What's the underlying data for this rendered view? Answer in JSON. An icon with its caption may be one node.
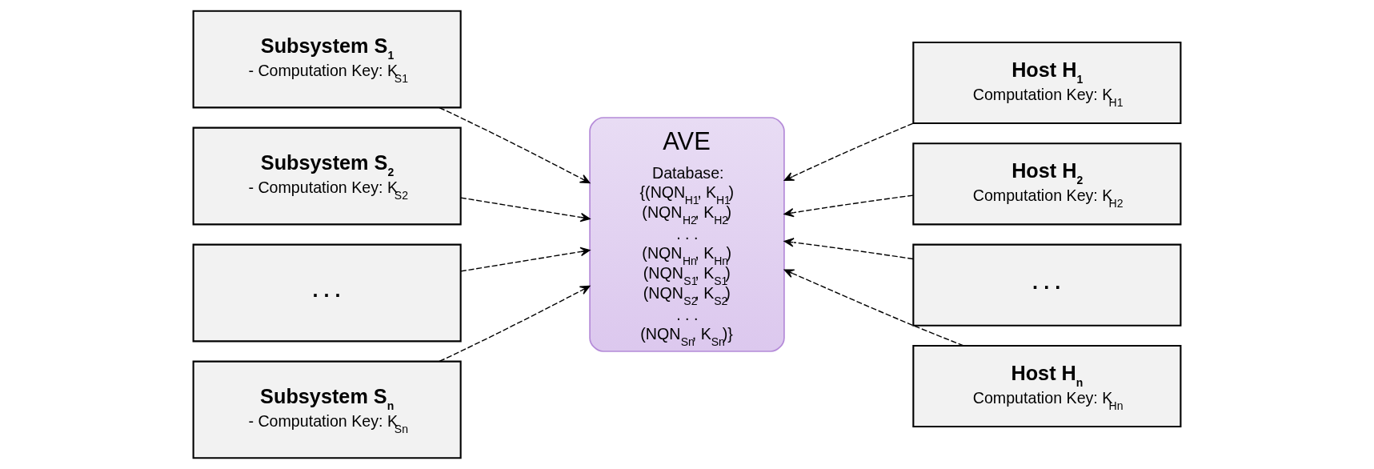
{
  "diagram": {
    "nodes": [
      {
        "text": [
          "Subsystem S$_{1}$",
          "- Computation Key: K$_{S1}$"
        ]
      },
      {
        "text": [
          "Subsystem S$_{2}$",
          "- Computation Key: K$_{S2}$"
        ]
      },
      {
        "text": [
          ". . ."
        ]
      },
      {
        "text": [
          "Subsystem S$_{n}$",
          "- Computation Key: K$_{Sn}$"
        ]
      },
      {
        "text": [
          "AVE",
          "Database: {(NQN$_{H1}$, K$_{H1}$) (NQN$_{H2}$, K$_{H2}$) . . . (NQN$_{Hn}$, K$_{Hn}$) (NQN$_{S1}$, K$_{S1}$) (NQN$_{S2}$, K$_{S2}$) . . . (NQN$_{Sn}$, K$_{Sn}$)}"
        ]
      },
      {
        "text": [
          "Host H$_{1}$",
          "Computation Key: K$_{H1}$"
        ]
      },
      {
        "text": [
          "Host H$_{2}$",
          "Computation Key: K$_{H2}$"
        ]
      },
      {
        "text": [
          ". . ."
        ]
      },
      {
        "text": [
          "Host H$_{n}$",
          "Computation Key: K$_{Hn}$"
        ]
      }
    ],
    "edges": [
      {
        "from": 0,
        "to": 4,
        "arrow": "to",
        "style": "dashed"
      },
      {
        "from": 1,
        "to": 4,
        "arrow": "to",
        "style": "dashed"
      },
      {
        "from": 2,
        "to": 4,
        "arrow": "to",
        "style": "dashed"
      },
      {
        "from": 3,
        "to": 4,
        "arrow": "to",
        "style": "dashed"
      },
      {
        "from": 5,
        "to": 4,
        "arrow": "to",
        "style": "dashed"
      },
      {
        "from": 6,
        "to": 4,
        "arrow": "to",
        "style": "dashed"
      },
      {
        "from": 7,
        "to": 4,
        "arrow": "to",
        "style": "dashed"
      },
      {
        "from": 8,
        "to": 4,
        "arrow": "to",
        "style": "dashed"
      }
    ]
  }
}
